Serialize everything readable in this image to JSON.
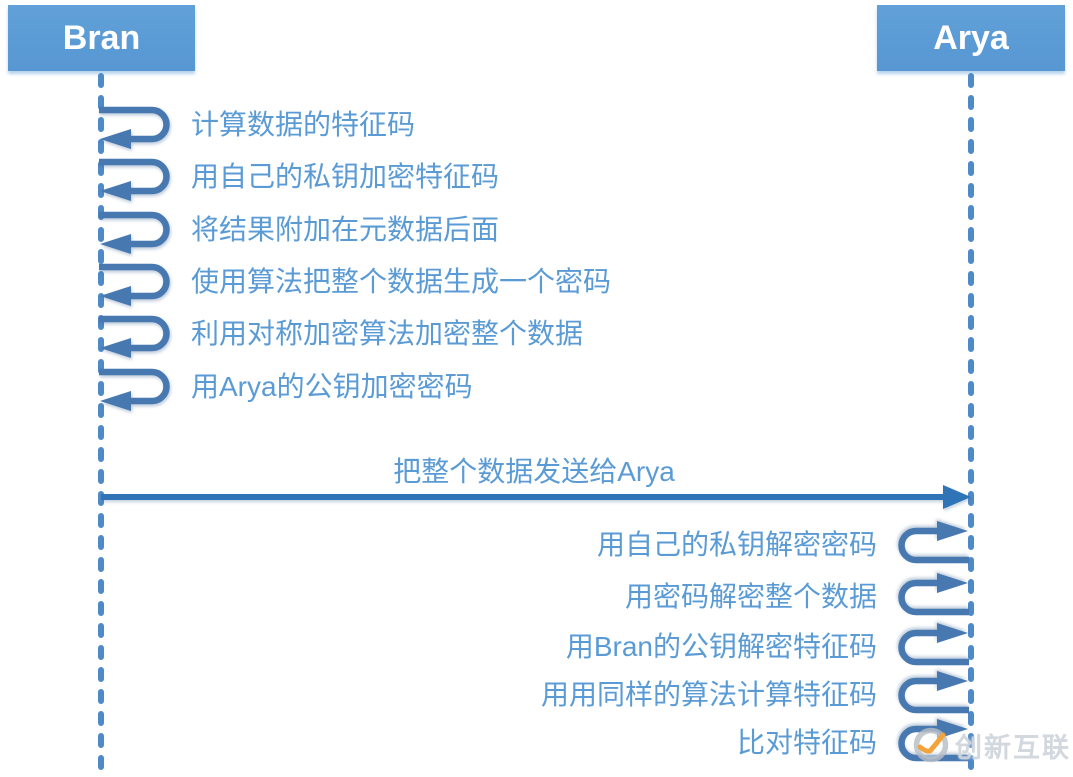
{
  "diagram": {
    "title_hint": "digital-signature sequence diagram",
    "actors": {
      "left": "Bran",
      "right": "Arya"
    },
    "left_self_messages": [
      "计算数据的特征码",
      "用自己的私钥加密特征码",
      "将结果附加在元数据后面",
      "使用算法把整个数据生成一个密码",
      "利用对称加密算法加密整个数据",
      "用Arya的公钥加密密码"
    ],
    "transfer_message": "把整个数据发送给Arya",
    "right_self_messages": [
      "用自己的私钥解密密码",
      "用密码解密整个数据",
      "用Bran的公钥解密特征码",
      "用用同样的算法计算特征码",
      "比对特征码"
    ],
    "watermark": "创新互联",
    "colors": {
      "actor_box": "#5b9bd5",
      "lifeline": "#4e89c8",
      "self_loop": "#4878b0",
      "main_arrow": "#2e74b6",
      "message_text": "#5b9bd5",
      "watermark_orange": "#f2a43a",
      "watermark_gray": "#cbd1d8"
    }
  }
}
